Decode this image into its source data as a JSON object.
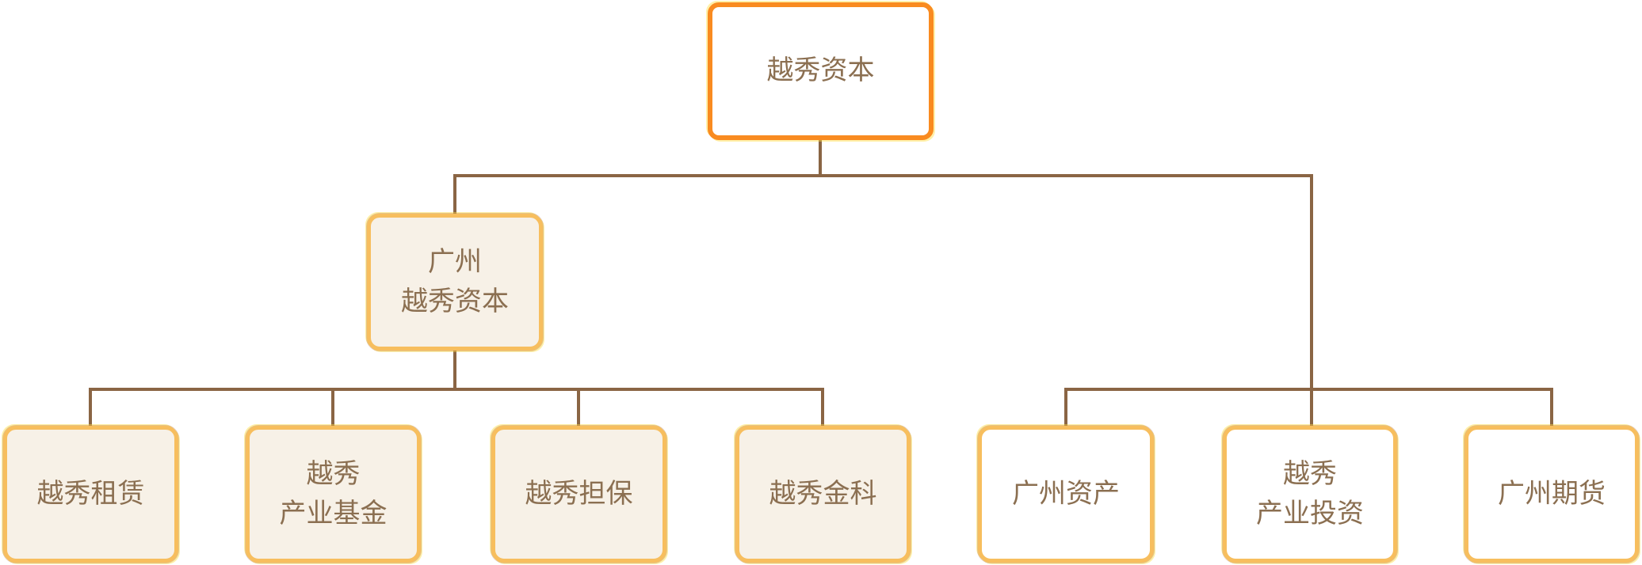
{
  "org_chart": {
    "root": {
      "label": "越秀资本"
    },
    "branch_left": {
      "parent": {
        "label": "广州\n越秀资本"
      },
      "children": [
        {
          "label": "越秀租赁"
        },
        {
          "label": "越秀\n产业基金"
        },
        {
          "label": "越秀担保"
        },
        {
          "label": "越秀金科"
        }
      ]
    },
    "branch_right": {
      "children": [
        {
          "label": "广州资产"
        },
        {
          "label": "越秀\n产业投资"
        },
        {
          "label": "广州期货"
        }
      ]
    }
  },
  "colors": {
    "root_border": "#F98B20",
    "node_border": "#F7BE5E",
    "node_fill_cream": "#F7F1E7",
    "node_fill_white": "#FFFFFF",
    "text": "#8B6F51",
    "connector": "#8A6544"
  }
}
